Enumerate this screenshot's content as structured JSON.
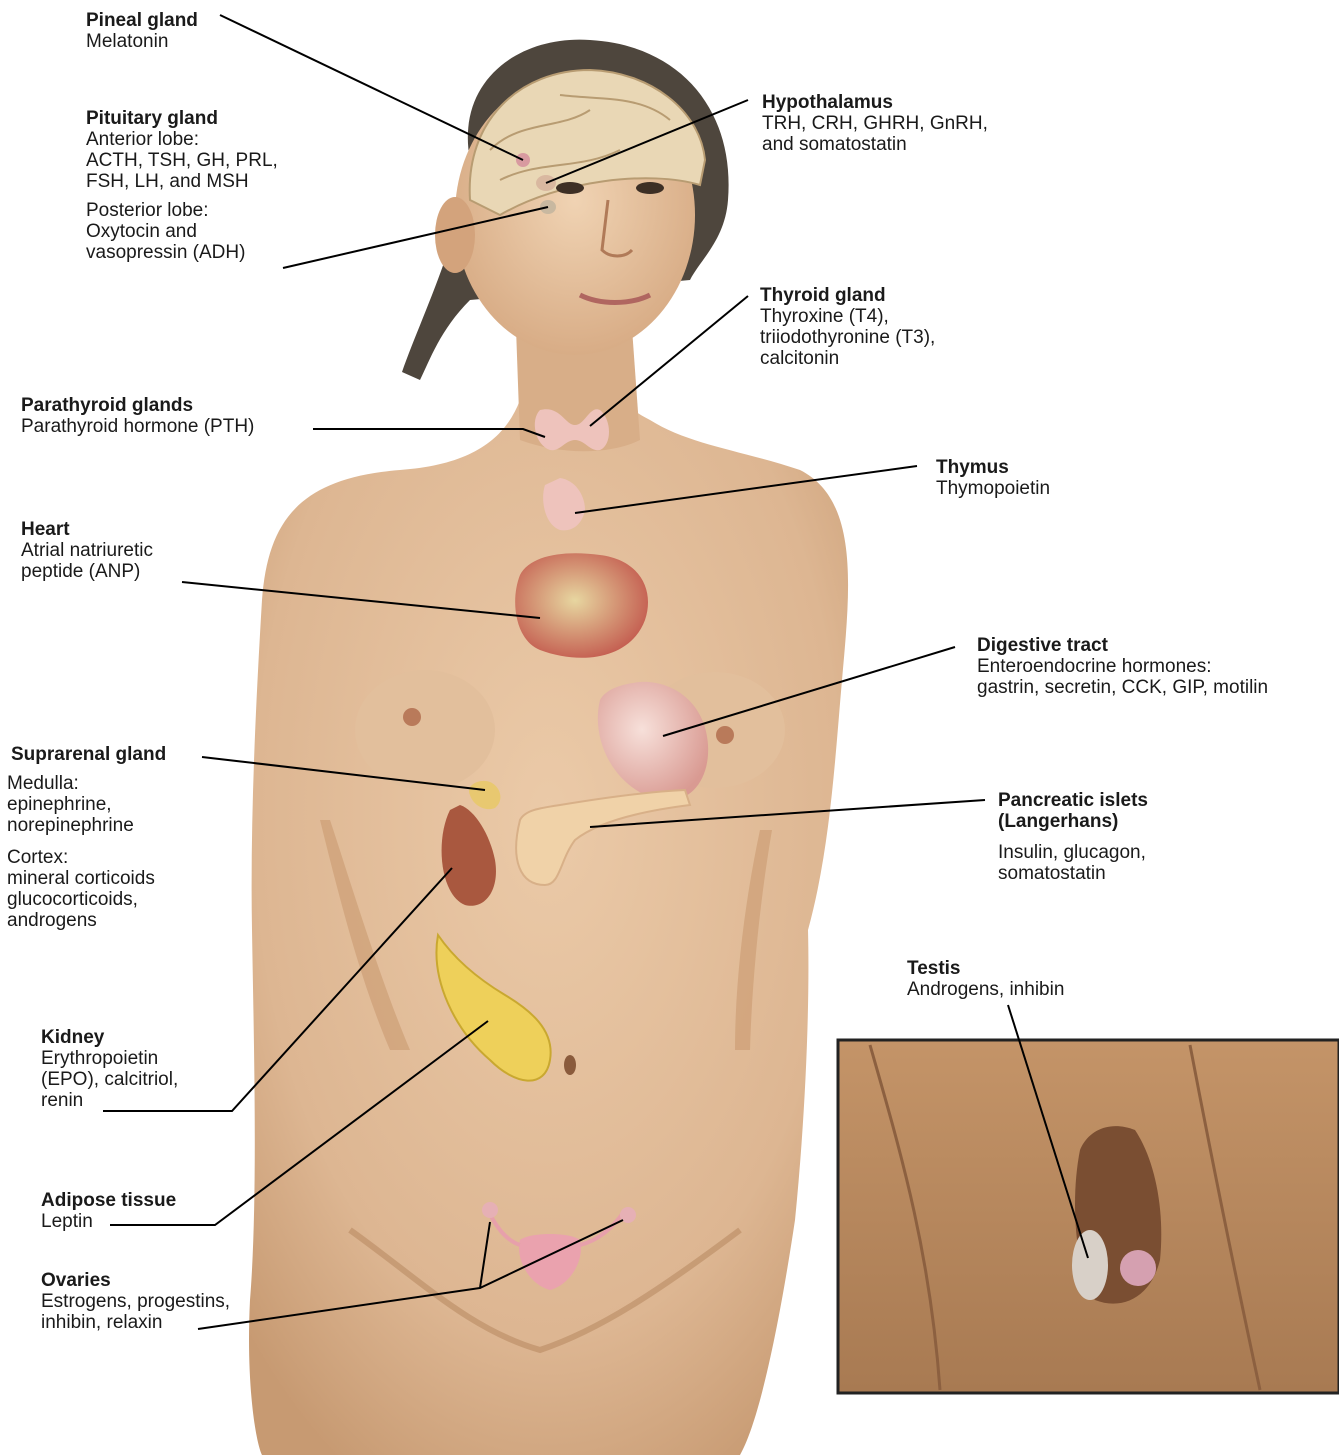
{
  "colors": {
    "skin": "#ddb692",
    "skin_shadow": "#b98a62",
    "hair": "#4e463d",
    "brain": "#e9d7b5",
    "gland_pink": "#eec3bc",
    "heart_red": "#c35a4e",
    "fat_yellow": "#eed05a",
    "kidney": "#a9583f",
    "line": "#000000",
    "inset_border": "#222222"
  },
  "labels": {
    "pineal": {
      "title": "Pineal gland",
      "desc": [
        "Melatonin"
      ]
    },
    "pituitary": {
      "title": "Pituitary gland",
      "anterior": [
        "Anterior lobe:",
        "ACTH, TSH, GH, PRL,",
        "FSH, LH, and MSH"
      ],
      "posterior": [
        "Posterior lobe:",
        "Oxytocin and",
        "vasopressin (ADH)"
      ]
    },
    "hypothalamus": {
      "title": "Hypothalamus",
      "desc": [
        "TRH, CRH, GHRH, GnRH,",
        "and somatostatin"
      ]
    },
    "thyroid": {
      "title": "Thyroid gland",
      "desc": [
        "Thyroxine (T4),",
        "triiodothyronine (T3),",
        "calcitonin"
      ]
    },
    "parathyroid": {
      "title": "Parathyroid glands",
      "desc": [
        "Parathyroid hormone (PTH)"
      ]
    },
    "thymus": {
      "title": "Thymus",
      "desc": [
        "Thymopoietin"
      ]
    },
    "heart": {
      "title": "Heart",
      "desc": [
        "Atrial natriuretic",
        "peptide (ANP)"
      ]
    },
    "digestive": {
      "title": "Digestive tract",
      "desc": [
        "Enteroendocrine hormones:",
        "gastrin, secretin, CCK, GIP, motilin"
      ]
    },
    "suprarenal": {
      "title": "Suprarenal gland",
      "medulla": [
        "Medulla:",
        "epinephrine,",
        "norepinephrine"
      ],
      "cortex": [
        "Cortex:",
        "mineral corticoids",
        "glucocorticoids,",
        "androgens"
      ]
    },
    "pancreatic": {
      "title_lines": [
        "Pancreatic islets",
        "(Langerhans)"
      ],
      "desc": [
        "Insulin, glucagon,",
        "somatostatin"
      ]
    },
    "kidney": {
      "title": "Kidney",
      "desc": [
        "Erythropoietin",
        "(EPO), calcitriol,",
        "renin"
      ]
    },
    "testis": {
      "title": "Testis",
      "desc": [
        "Androgens, inhibin"
      ]
    },
    "adipose": {
      "title": "Adipose tissue",
      "desc": [
        "Leptin"
      ]
    },
    "ovaries": {
      "title": "Ovaries",
      "desc": [
        "Estrogens, progestins,",
        "inhibin, relaxin"
      ]
    }
  }
}
